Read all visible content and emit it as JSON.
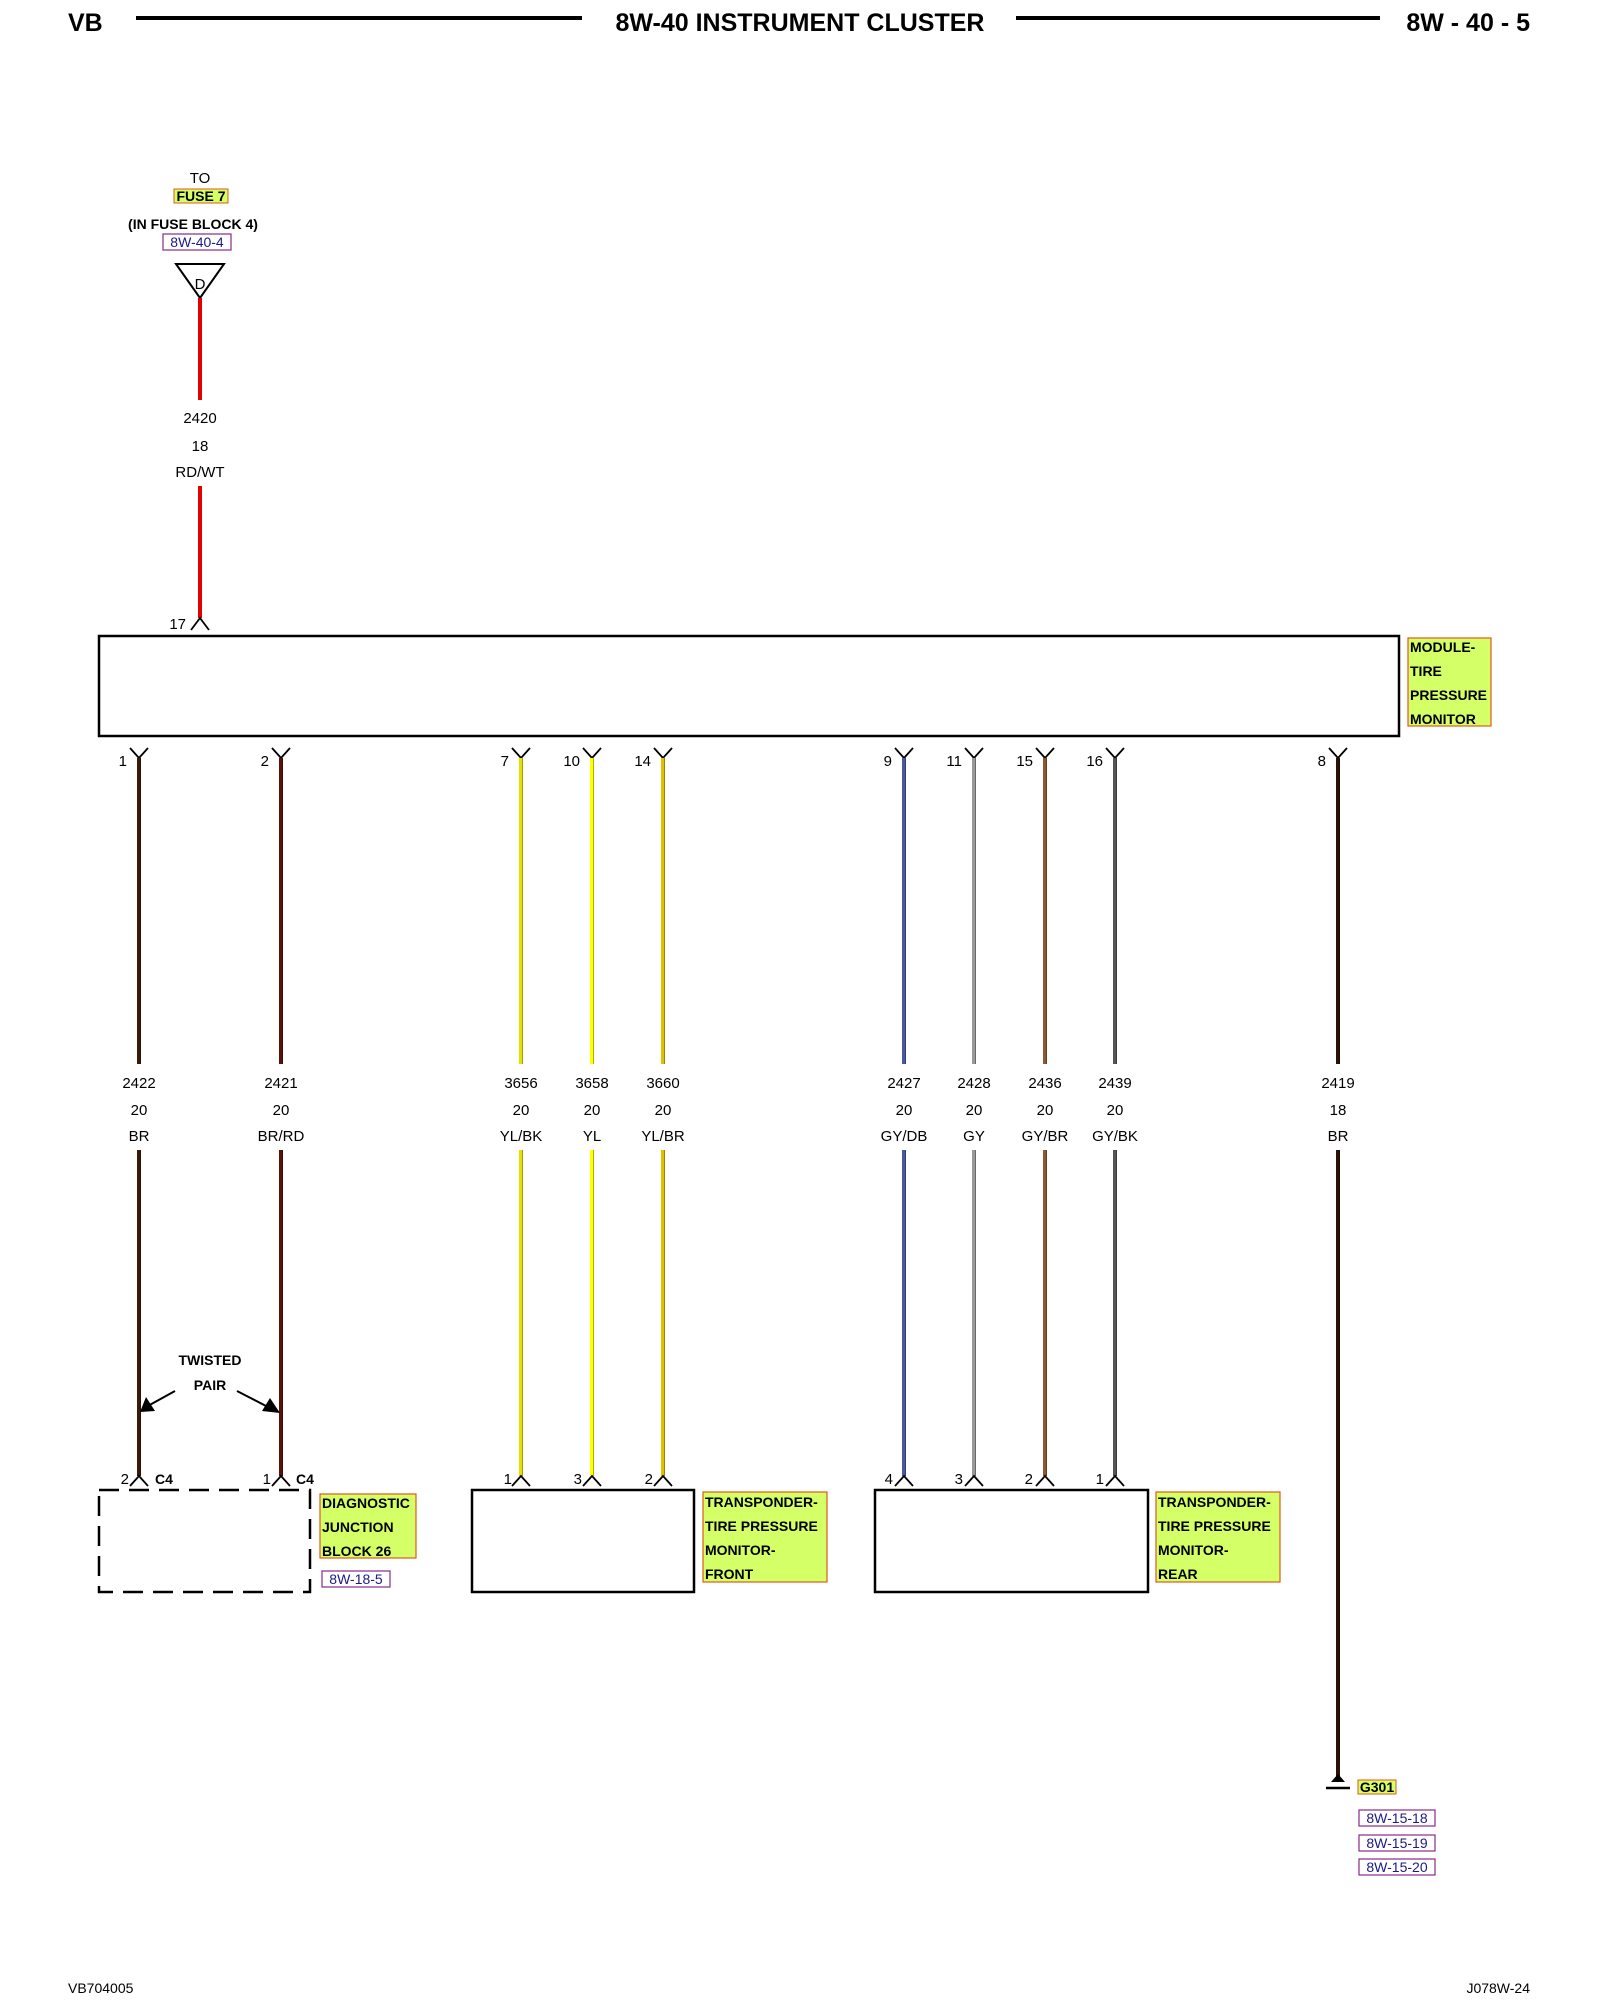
{
  "header": {
    "left": "VB",
    "title": "8W-40 INSTRUMENT CLUSTER",
    "page": "8W - 40 - 5"
  },
  "footer": {
    "left": "VB704005",
    "right": "J078W-24"
  },
  "fuse": {
    "to": "TO",
    "name": "FUSE 7",
    "location": "(IN FUSE BLOCK 4)",
    "ref": "8W-40-4",
    "connector": "D"
  },
  "feed_wire": {
    "circuit": "2420",
    "gauge": "18",
    "color": "RD/WT",
    "pin": "17",
    "stroke": "#e00000"
  },
  "module": {
    "label": [
      "MODULE-",
      "TIRE",
      "PRESSURE",
      "MONITOR"
    ]
  },
  "wires": [
    {
      "pin": "1",
      "circuit": "2422",
      "gauge": "20",
      "color": "BR",
      "stroke": "#3a1a08"
    },
    {
      "pin": "2",
      "circuit": "2421",
      "gauge": "20",
      "color": "BR/RD",
      "stroke": "#5a1208"
    },
    {
      "pin": "7",
      "circuit": "3656",
      "gauge": "20",
      "color": "YL/BK",
      "stroke": "#e8e000"
    },
    {
      "pin": "10",
      "circuit": "3658",
      "gauge": "20",
      "color": "YL",
      "stroke": "#ffff00"
    },
    {
      "pin": "14",
      "circuit": "3660",
      "gauge": "20",
      "color": "YL/BR",
      "stroke": "#e0c000"
    },
    {
      "pin": "9",
      "circuit": "2427",
      "gauge": "20",
      "color": "GY/DB",
      "stroke": "#4a5aa0"
    },
    {
      "pin": "11",
      "circuit": "2428",
      "gauge": "20",
      "color": "GY",
      "stroke": "#999999"
    },
    {
      "pin": "15",
      "circuit": "2436",
      "gauge": "20",
      "color": "GY/BR",
      "stroke": "#8a5a30"
    },
    {
      "pin": "16",
      "circuit": "2439",
      "gauge": "20",
      "color": "GY/BK",
      "stroke": "#555555"
    },
    {
      "pin": "8",
      "circuit": "2419",
      "gauge": "18",
      "color": "BR",
      "stroke": "#2a1208"
    }
  ],
  "twisted_pair": {
    "line1": "TWISTED",
    "line2": "PAIR"
  },
  "dlc": {
    "pins": [
      "2",
      "1"
    ],
    "connector": "C4",
    "label": [
      "DIAGNOSTIC",
      "JUNCTION",
      "BLOCK 26"
    ],
    "ref": "8W-18-5"
  },
  "front": {
    "pins": [
      "1",
      "3",
      "2"
    ],
    "label": [
      "TRANSPONDER-",
      "TIRE PRESSURE",
      "MONITOR-",
      "FRONT"
    ]
  },
  "rear": {
    "pins": [
      "4",
      "3",
      "2",
      "1"
    ],
    "label": [
      "TRANSPONDER-",
      "TIRE PRESSURE",
      "MONITOR-",
      "REAR"
    ]
  },
  "ground": {
    "name": "G301",
    "refs": [
      "8W-15-18",
      "8W-15-19",
      "8W-15-20"
    ]
  },
  "colors": {
    "label_fill": "#d4ff66",
    "label_stroke": "#e05a1a",
    "ref_stroke": "#8a2a8a"
  }
}
